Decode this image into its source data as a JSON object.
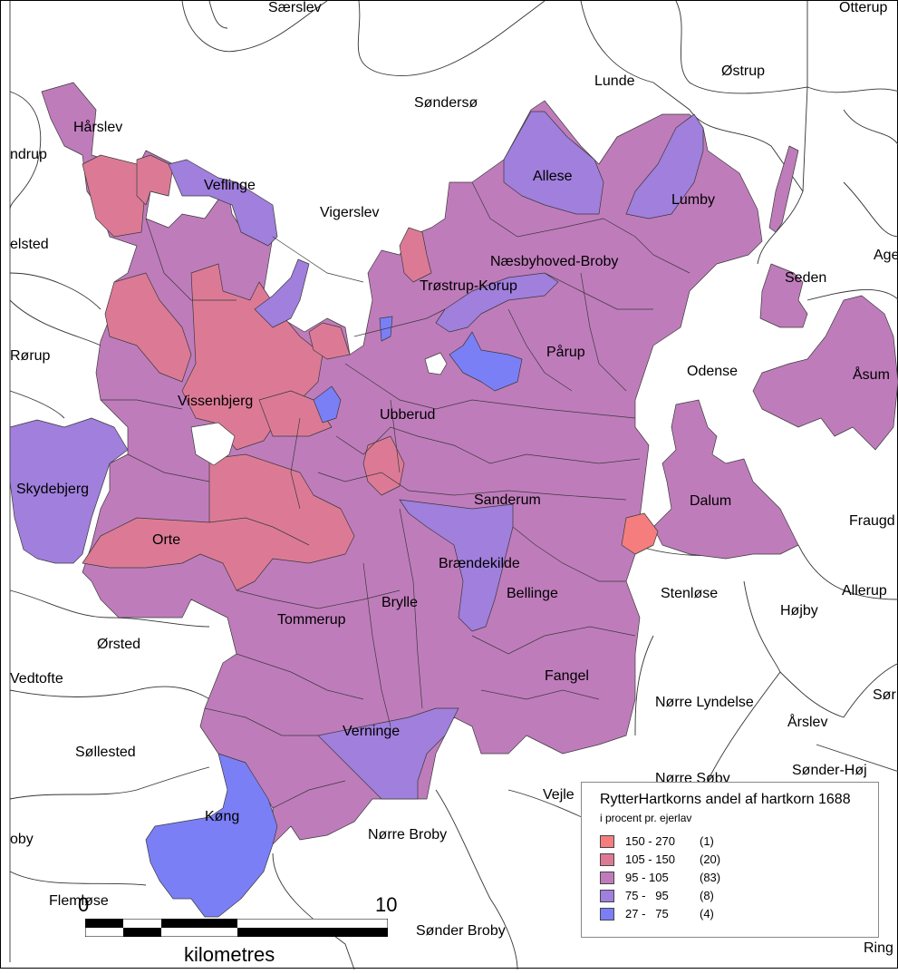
{
  "colors": {
    "class_150_270": "#f57d7d",
    "class_105_150": "#dc7a96",
    "class_95_105": "#bf7cbb",
    "class_75_95": "#a07fdd",
    "class_27_75": "#7b7ff6",
    "boundary": "#333333"
  },
  "labels": {
    "outer": [
      "Særslev",
      "Søndersø",
      "Lunde",
      "Østrup",
      "Otterup",
      "ndrup",
      "elsted",
      "Vigerslev",
      "Rørup",
      "Odense",
      "Age",
      "Fraugd",
      "Stenløse",
      "Allerup",
      "Højby",
      "Ørsted",
      "Vedtofte",
      "Nørre Lyndelse",
      "Sør",
      "Årslev",
      "Søllested",
      "Sønder-Høj",
      "Nørre Søby",
      "Vejle",
      "oby",
      "Flemløse",
      "Nørre Broby",
      "Sønder Broby",
      "Ring"
    ],
    "inner": [
      "Hårslev",
      "Veflinge",
      "Allese",
      "Lumby",
      "Næsbyhoved-Broby",
      "Trøstrup-Korup",
      "Seden",
      "Pårup",
      "Åsum",
      "Vissenbjerg",
      "Ubberud",
      "Skydebjerg",
      "Sanderum",
      "Dalum",
      "Orte",
      "Brændekilde",
      "Bellinge",
      "Brylle",
      "Tommerup",
      "Fangel",
      "Verninge",
      "Køng"
    ]
  },
  "legend": {
    "title": "RytterHartkorns andel af hartkorn 1688",
    "subtitle": "i procent pr. ejerlav",
    "items": [
      {
        "range": "150 - 270",
        "count": "(1)",
        "color": "#f57d7d"
      },
      {
        "range": "105 - 150",
        "count": "(20)",
        "color": "#dc7a96"
      },
      {
        "range": "95 - 105",
        "count": "(83)",
        "color": "#bf7cbb"
      },
      {
        "range": "75 -   95",
        "count": "(8)",
        "color": "#a07fdd"
      },
      {
        "range": "27 -   75",
        "count": "(4)",
        "color": "#7b7ff6"
      }
    ]
  },
  "scale": {
    "start": "0",
    "end": "10",
    "unit": "kilometres"
  }
}
